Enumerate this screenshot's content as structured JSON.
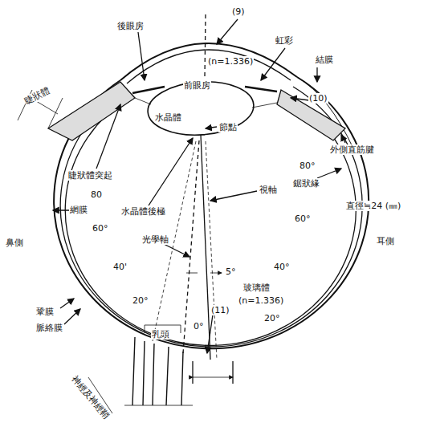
{
  "diagram": {
    "labels": [
      "(9)",
      "後眼房",
      "虹彩",
      "(n=1.336)",
      "結膜",
      "前眼房",
      "(10)",
      "睫狀體",
      "水晶體",
      "節點",
      "外側直筋腱",
      "睫狀體突起",
      "80",
      "80°",
      "鋸狀緣",
      "水晶體後極",
      "網膜",
      "視軸",
      "直徑≒24 (㎜)",
      "60°",
      "60°",
      "光學軸",
      "鼻側",
      "耳側",
      "5°",
      "40'",
      "40°",
      "玻璃體",
      "(n=1.336)",
      "20°",
      "(11)",
      "20°",
      "鞏膜",
      "0°",
      "脈絡膜",
      "乳頭",
      "神經及神經鞘"
    ]
  }
}
